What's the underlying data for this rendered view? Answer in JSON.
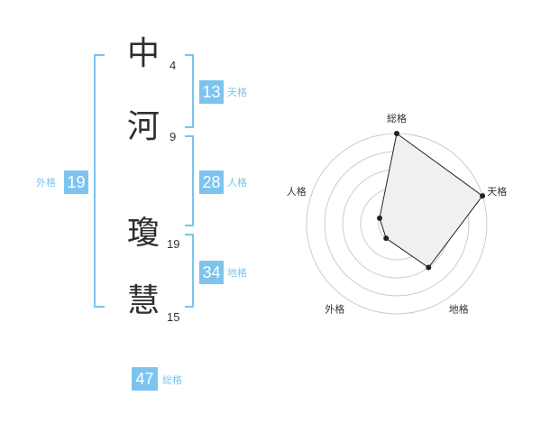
{
  "name": {
    "chars": [
      {
        "char": "中",
        "strokes": "4"
      },
      {
        "char": "河",
        "strokes": "9"
      },
      {
        "char": "瓊",
        "strokes": "19"
      },
      {
        "char": "慧",
        "strokes": "15"
      }
    ]
  },
  "kaku": {
    "tenkaku": {
      "value": "13",
      "label": "天格"
    },
    "jinkaku": {
      "value": "28",
      "label": "人格"
    },
    "chikaku": {
      "value": "34",
      "label": "地格"
    },
    "gaikaku": {
      "value": "19",
      "label": "外格"
    },
    "soukaku": {
      "value": "47",
      "label": "総格"
    }
  },
  "chart_data": {
    "type": "radar",
    "axes": [
      "総格",
      "天格",
      "地格",
      "外格",
      "人格"
    ],
    "values": [
      5,
      5,
      3,
      1,
      1
    ],
    "range": [
      0,
      5
    ],
    "rings": 4,
    "grid": true,
    "colors": {
      "fill": "#f0f0f0",
      "line": "#222222",
      "grid": "#cccccc",
      "center": "#cccccc"
    }
  },
  "colors": {
    "accent": "#7cc4ee",
    "text": "#2e2e2e"
  }
}
